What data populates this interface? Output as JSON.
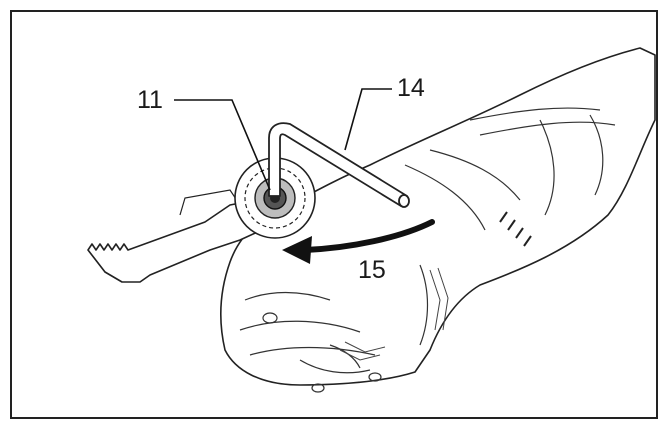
{
  "figure": {
    "callouts": {
      "screw": "11",
      "hex_wrench": "14",
      "rotation_direction": "15"
    }
  }
}
